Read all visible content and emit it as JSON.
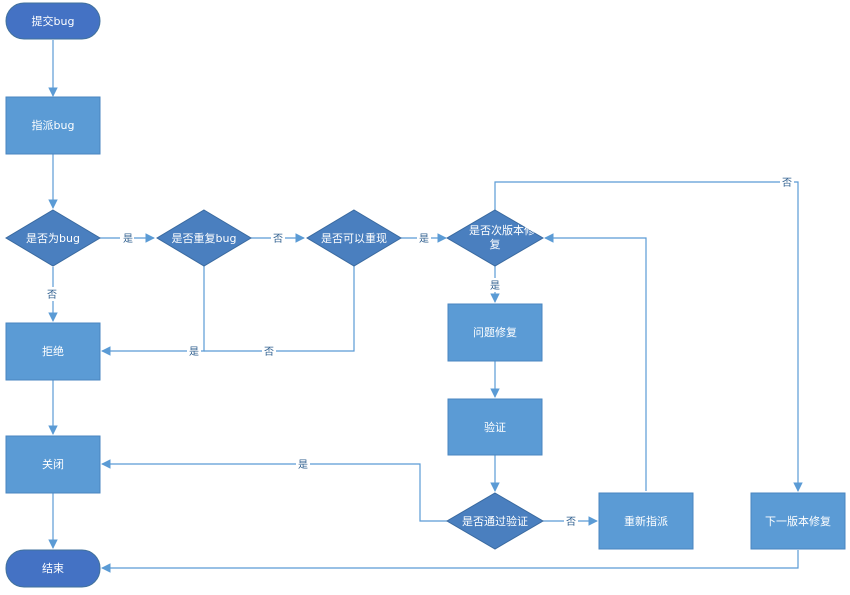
{
  "colors": {
    "terminal_fill": "#4472c4",
    "process_fill": "#5b9bd5",
    "decision_fill": "#4a7fbf",
    "edge": "#5b9bd5",
    "edge_label": "#2f5f8f"
  },
  "nodes": {
    "submit_bug": "提交bug",
    "assign_bug": "指派bug",
    "is_bug": "是否为bug",
    "is_duplicate": "是否重复bug",
    "reproducible": "是否可以重现",
    "fix_this_version_line1": "是否次版本修",
    "fix_this_version_line2": "复",
    "fix_issue": "问题修复",
    "verify": "验证",
    "passed_verification": "是否通过验证",
    "reject": "拒绝",
    "close": "关闭",
    "end": "结束",
    "reassign": "重新指派",
    "next_version_fix": "下一版本修复"
  },
  "edge_labels": {
    "is_bug_yes": "是",
    "is_bug_no": "否",
    "duplicate_no": "否",
    "duplicate_yes": "是",
    "reproducible_yes": "是",
    "reproducible_no": "否",
    "this_version_yes": "是",
    "this_version_no": "否",
    "verified_yes": "是",
    "verified_no": "否"
  }
}
